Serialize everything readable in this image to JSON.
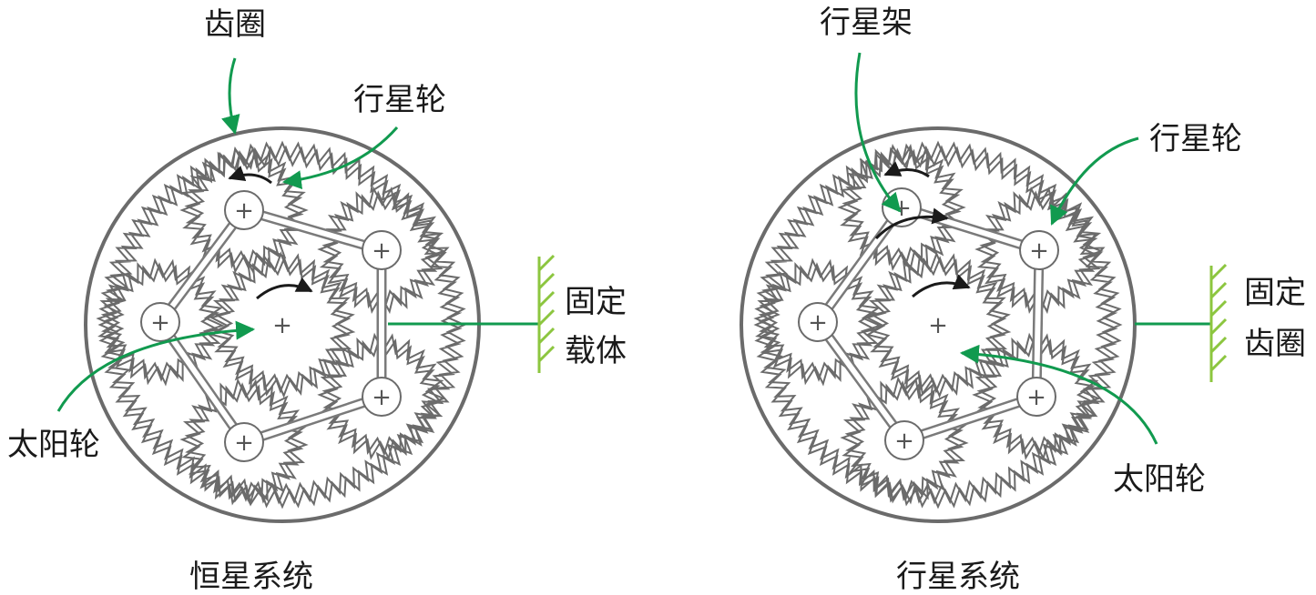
{
  "colors": {
    "ring": "#6b6b6b",
    "gear": "#6b6b6b",
    "carrier": "#777777",
    "pointer": "#119a4f",
    "ground": "#8cc63f",
    "rotation": "#1a1a1a"
  },
  "left": {
    "title": "恒星系统",
    "ring_label": "齿圈",
    "planet_label": "行星轮",
    "sun_label": "太阳轮",
    "fixed_label_1": "固定",
    "fixed_label_2": "载体"
  },
  "right": {
    "title": "行星系统",
    "carrier_label": "行星架",
    "planet_label": "行星轮",
    "sun_label": "太阳轮",
    "fixed_label_1": "固定",
    "fixed_label_2": "齿圈"
  }
}
